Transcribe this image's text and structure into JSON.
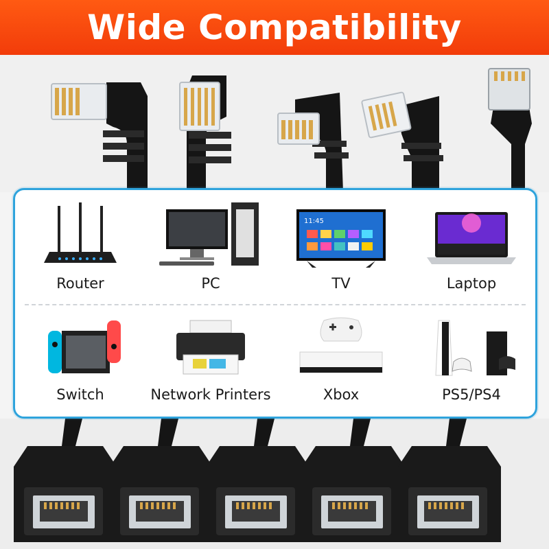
{
  "banner": {
    "title": "Wide Compatibility",
    "color": "#f23c0a"
  },
  "panel": {
    "border_color": "#2ea3dc"
  },
  "devices": [
    {
      "label": "Router",
      "icon": "router-icon"
    },
    {
      "label": "PC",
      "icon": "pc-icon"
    },
    {
      "label": "TV",
      "icon": "tv-icon"
    },
    {
      "label": "Laptop",
      "icon": "laptop-icon"
    },
    {
      "label": "Switch",
      "icon": "switch-console-icon"
    },
    {
      "label": "Network Printers",
      "icon": "printer-icon"
    },
    {
      "label": "Xbox",
      "icon": "xbox-icon"
    },
    {
      "label": "PS5/PS4",
      "icon": "playstation-icon"
    }
  ],
  "tv_screen": {
    "clock": "11:45"
  }
}
